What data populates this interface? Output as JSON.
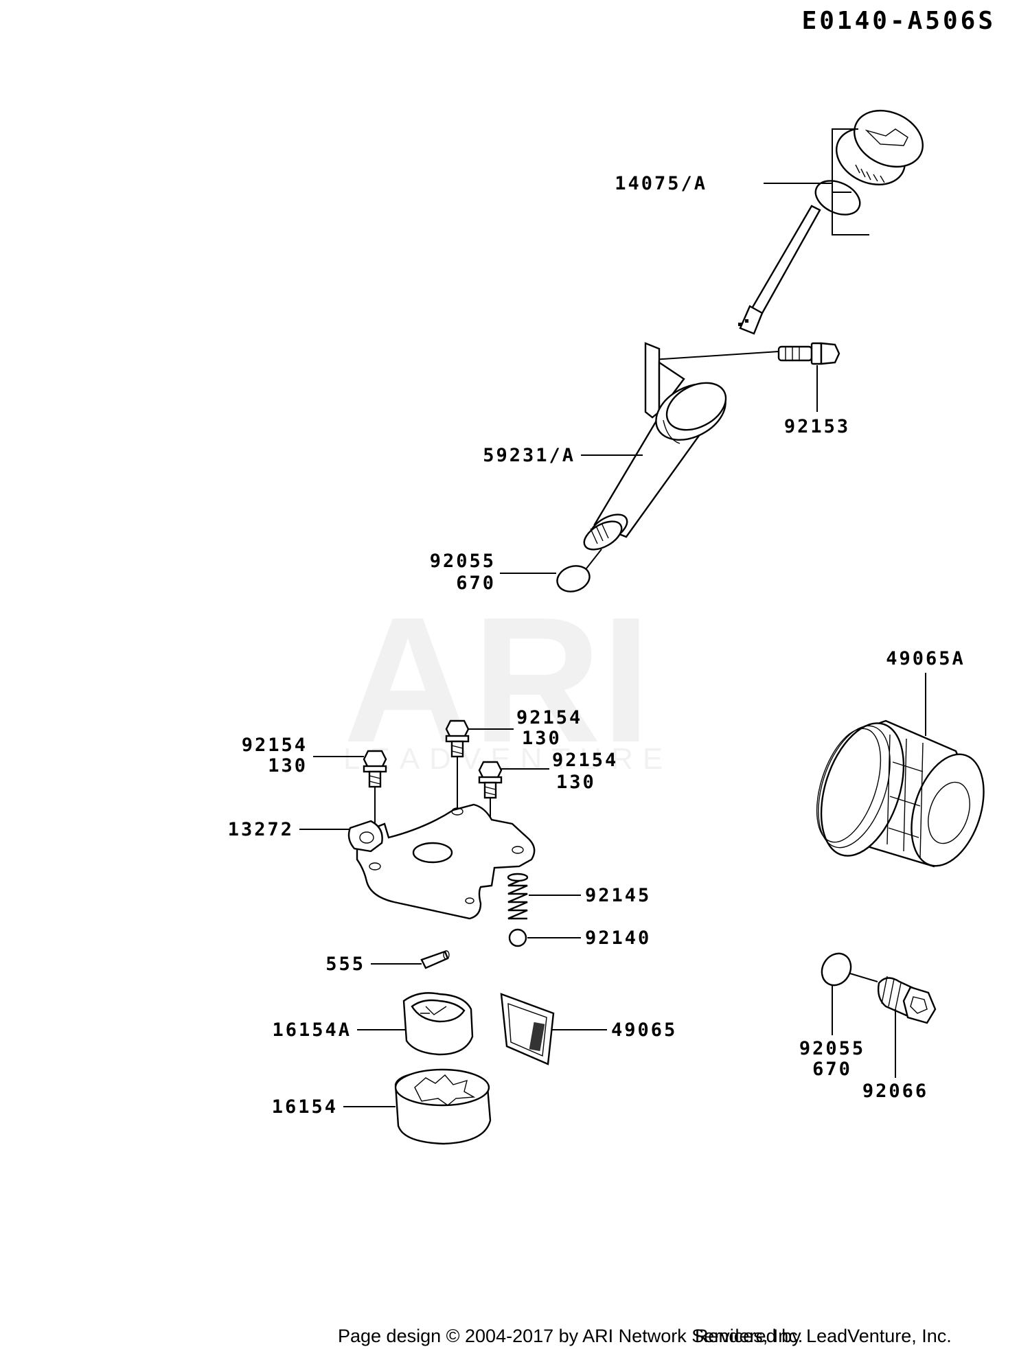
{
  "diagram_code": "E0140-A506S",
  "watermark": {
    "title": "ARI",
    "subtitle": "LEADVENTURE"
  },
  "callouts": {
    "c14075": {
      "line1": "14075/A"
    },
    "c92153": {
      "line1": "92153"
    },
    "c59231": {
      "line1": "59231/A"
    },
    "c92055a": {
      "line1": "92055",
      "line2": "670"
    },
    "c49065a": {
      "line1": "49065A"
    },
    "c92154a": {
      "line1": "92154",
      "line2": "130"
    },
    "c92154b": {
      "line1": "92154",
      "line2": "130"
    },
    "c92154c": {
      "line1": "92154",
      "line2": "130"
    },
    "c13272": {
      "line1": "13272"
    },
    "c92145": {
      "line1": "92145"
    },
    "c92140": {
      "line1": "92140"
    },
    "c555": {
      "line1": "555"
    },
    "c16154a": {
      "line1": "16154A"
    },
    "c49065": {
      "line1": "49065"
    },
    "c16154": {
      "line1": "16154"
    },
    "c92055b": {
      "line1": "92055",
      "line2": "670"
    },
    "c92066": {
      "line1": "92066"
    }
  },
  "footer": {
    "left": "Page design © 2004-2017 by ARI Network Services, Inc.",
    "right": "Rendered by LeadVenture, Inc."
  }
}
